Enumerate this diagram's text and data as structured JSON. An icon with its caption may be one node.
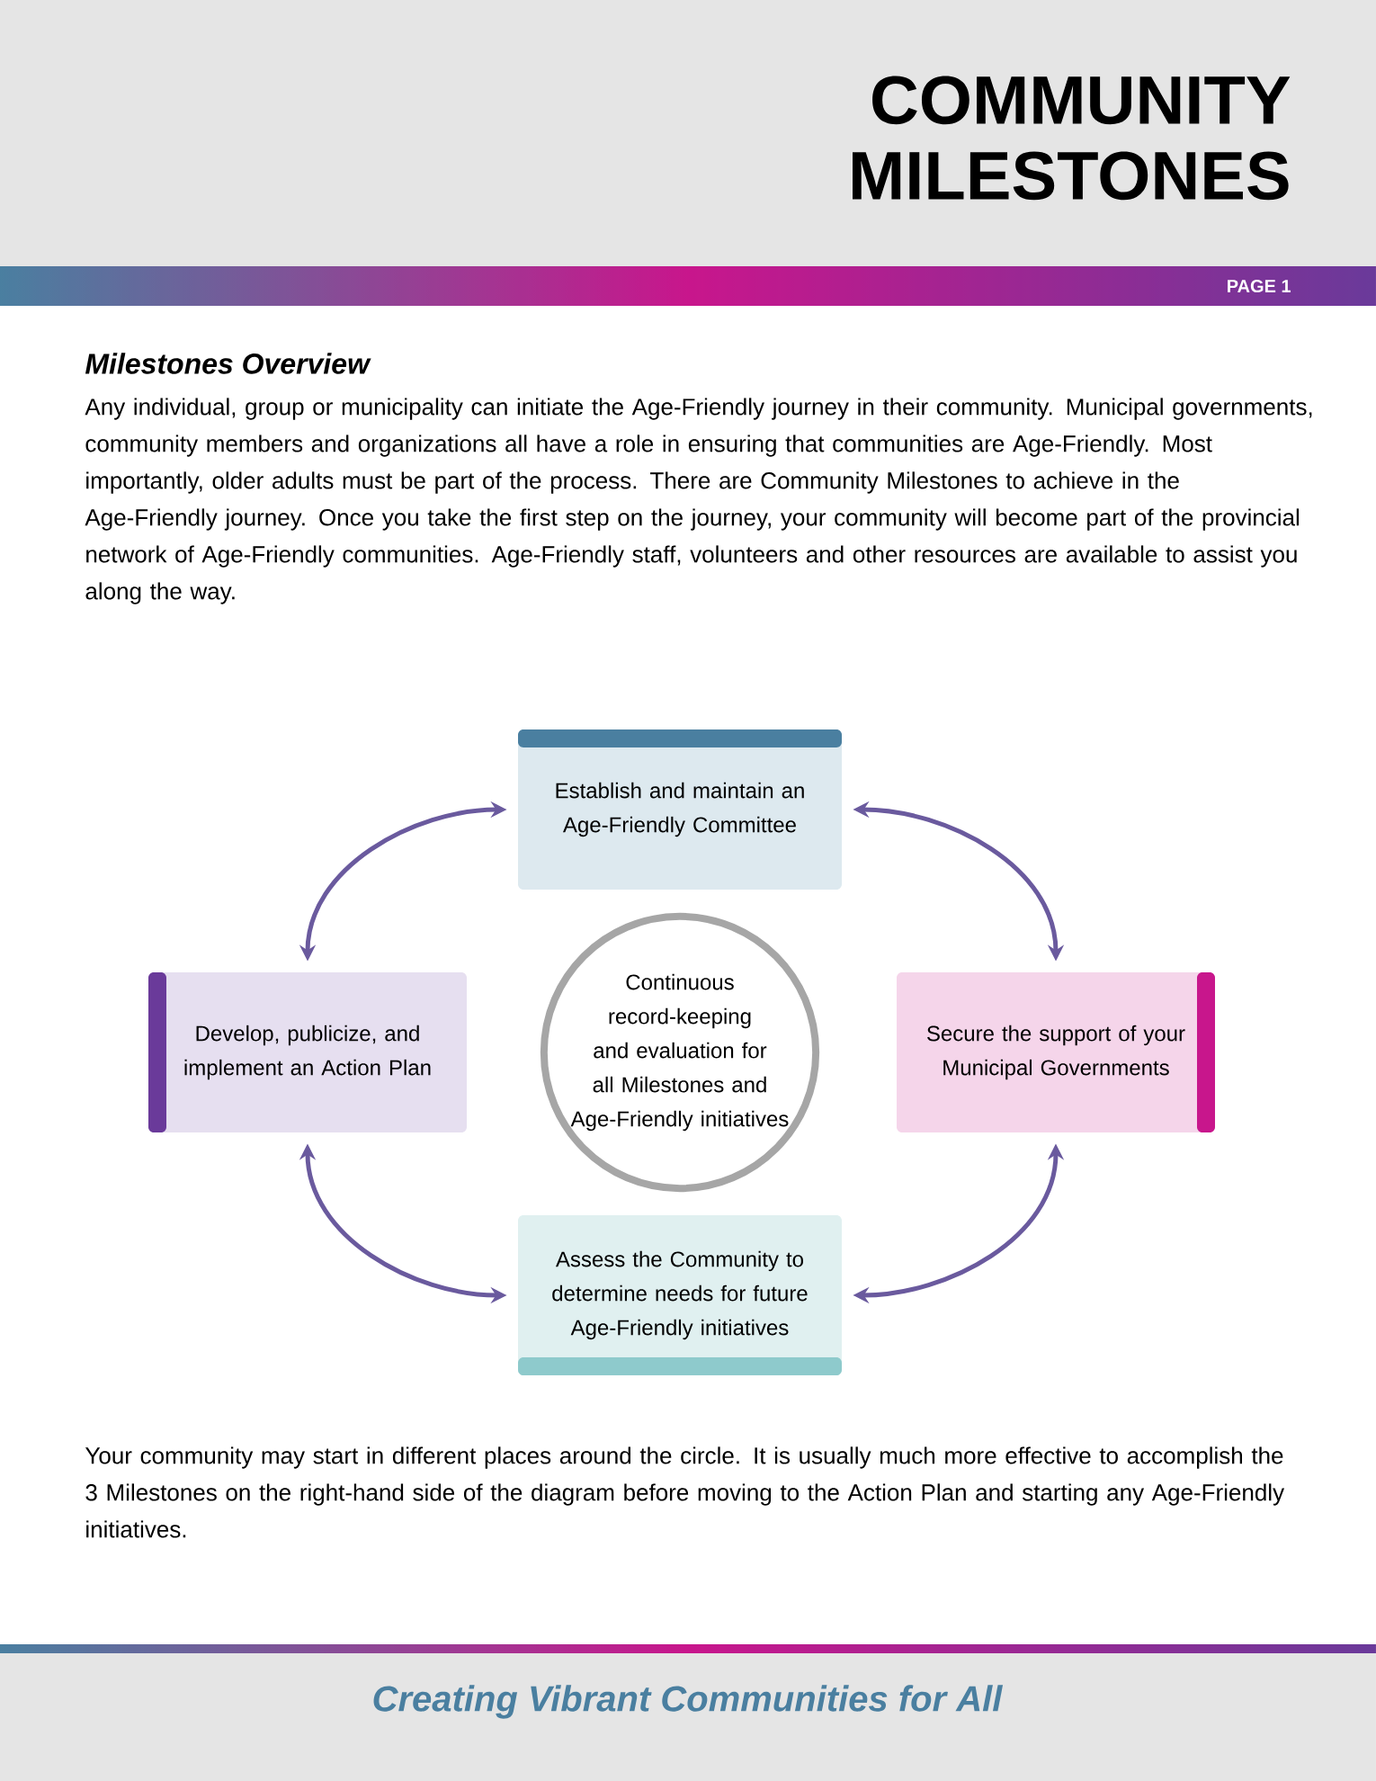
{
  "diagram": {
    "title": "COMMUNITY MILESTONES",
    "nodes": [
      {
        "text": [
          "Establish and maintain an Age-Friendly Committee"
        ]
      },
      {
        "text": [
          "Develop, publicize, and implement an Action Plan"
        ]
      },
      {
        "text": [
          "Continuous record-keeping and evaluation for all Milestones and Age-Friendly initiatives"
        ]
      },
      {
        "text": [
          "Secure the support of your Municipal Governments"
        ]
      },
      {
        "text": [
          "Assess the Community to determine needs for future Age-Friendly initiatives"
        ]
      }
    ],
    "edges": [
      {
        "from": 0,
        "to": 3,
        "arrow": "both"
      },
      {
        "from": 3,
        "to": 4,
        "arrow": "both"
      },
      {
        "from": 4,
        "to": 1,
        "arrow": "both"
      },
      {
        "from": 1,
        "to": 0,
        "arrow": "both"
      }
    ],
    "labels": [
      "PAGE 1",
      "Milestones Overview",
      "Any individual, group or municipality can initiate the Age-Friendly journey in their community. Municipal governments, community members and organizations all have a role in ensuring that communities are Age-Friendly. Most importantly, older adults must be part of the process. There are Community Milestones to achieve in the Age-Friendly journey. Once you take the first step on the journey, your community will become part of the provincial network of Age-Friendly communities. Age-Friendly staff, volunteers and other resources are available to assist you along the way.",
      "Your community may start in different places around the circle. It is usually much more effective to accomplish the 3 Milestones on the right-hand side of the diagram before moving to the Action Plan and starting any Age-Friendly initiatives.",
      "Creating Vibrant Communities for All"
    ]
  }
}
